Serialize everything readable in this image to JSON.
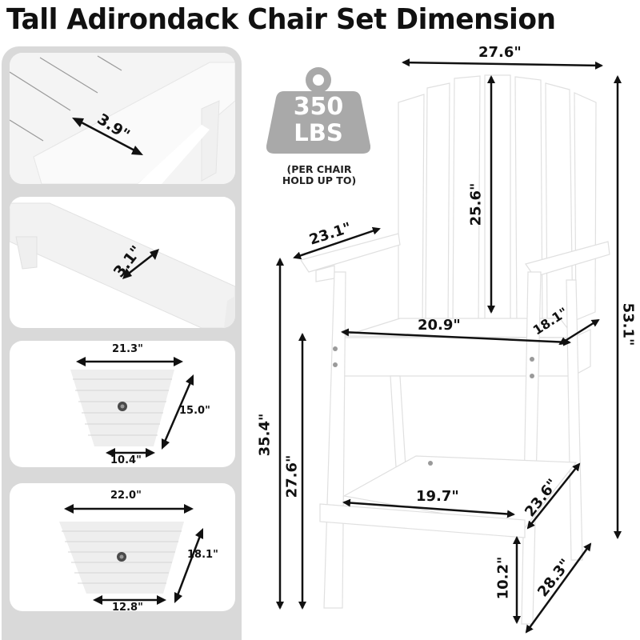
{
  "header": {
    "title": "Tall Adirondack Chair Set Dimension"
  },
  "detail_panels": [
    {
      "name": "armrest-width",
      "label": "3.9\""
    },
    {
      "name": "armrest-thickness",
      "label": "3.1\""
    },
    {
      "name": "small-table-top",
      "top_width": "21.3\"",
      "bottom_width": "10.4\"",
      "side_depth": "15.0\""
    },
    {
      "name": "large-table-top",
      "top_width": "22.0\"",
      "bottom_width": "12.8\"",
      "side_depth": "18.1\""
    }
  ],
  "weight_badge": {
    "number": "350",
    "unit": "LBS",
    "caption_line1": "(PER CHAIR",
    "caption_line2": "HOLD UP TO)",
    "color": "#a9a9a9"
  },
  "chair_dimensions": {
    "overall_width": "27.6\"",
    "backrest_height": "25.6\"",
    "armrest_length": "23.1\"",
    "seat_width": "20.9\"",
    "seat_depth": "18.1\"",
    "overall_height": "53.1\"",
    "armrest_height": "35.4\"",
    "seat_height": "27.6\"",
    "footrest_width": "19.7\"",
    "footrest_depth": "23.6\"",
    "footrest_height": "10.2\"",
    "overall_depth": "28.3\""
  },
  "colors": {
    "panel_bg": "#d9d9d9",
    "arrow": "#111111",
    "chair_fill": "#ffffff",
    "chair_edge": "#e2e2e2"
  }
}
